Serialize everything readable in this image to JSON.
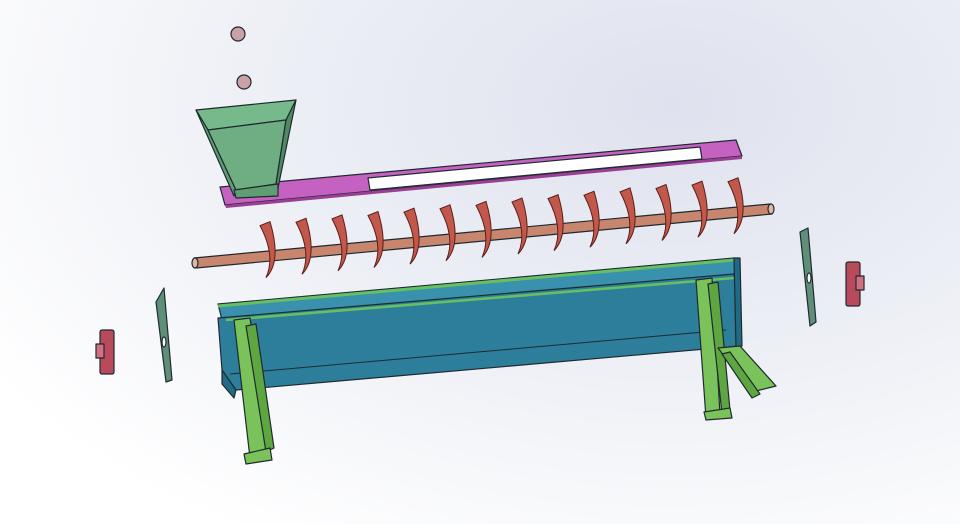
{
  "scene": {
    "view": "exploded-assembly",
    "background": "#eef0f6"
  },
  "parts": [
    {
      "name": "ball",
      "count": 2,
      "color": "#c8a2a6"
    },
    {
      "name": "hopper",
      "color": "#5f9e73"
    },
    {
      "name": "top-cover-plate",
      "color": "#c561c0"
    },
    {
      "name": "screw-auger-shaft",
      "color": "#c9866e"
    },
    {
      "name": "trough-housing",
      "color": "#2c7e9a"
    },
    {
      "name": "support-legs",
      "color": "#7ac25a"
    },
    {
      "name": "end-plate",
      "count": 2,
      "color": "#5f8f79"
    },
    {
      "name": "bearing-block",
      "count": 2,
      "color": "#b94a5c"
    }
  ]
}
